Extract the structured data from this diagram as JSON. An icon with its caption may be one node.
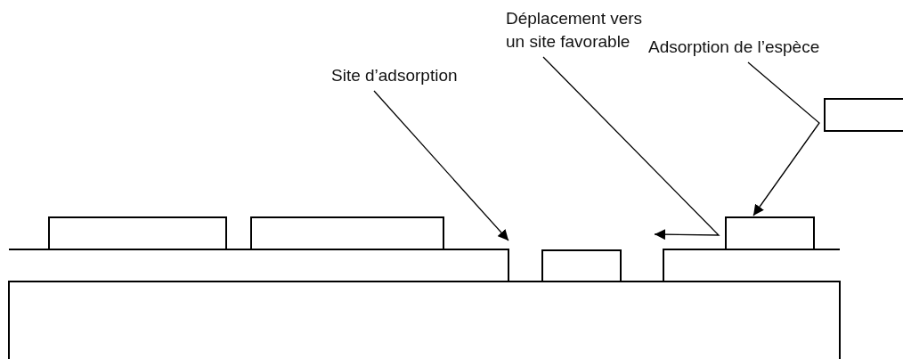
{
  "diagram": {
    "nodes": [
      {
        "text": [
          "Site d’adsorption"
        ]
      },
      {
        "text": [
          "Déplacement vers un site favorable"
        ]
      },
      {
        "text": [
          "Adsorption de l’espèce"
        ]
      },
      {
        "text": [],
        "shape": "box"
      },
      {
        "text": [],
        "shape": "box"
      },
      {
        "text": [],
        "shape": "box"
      },
      {
        "text": [],
        "shape": "box"
      },
      {
        "text": [],
        "shape": "box"
      }
    ],
    "edges": [
      {
        "from": 0,
        "to": null,
        "arrow": "to"
      },
      {
        "from": 1,
        "to": null,
        "arrow": "to"
      },
      {
        "from": 2,
        "to": 6,
        "arrow": "to"
      }
    ]
  }
}
